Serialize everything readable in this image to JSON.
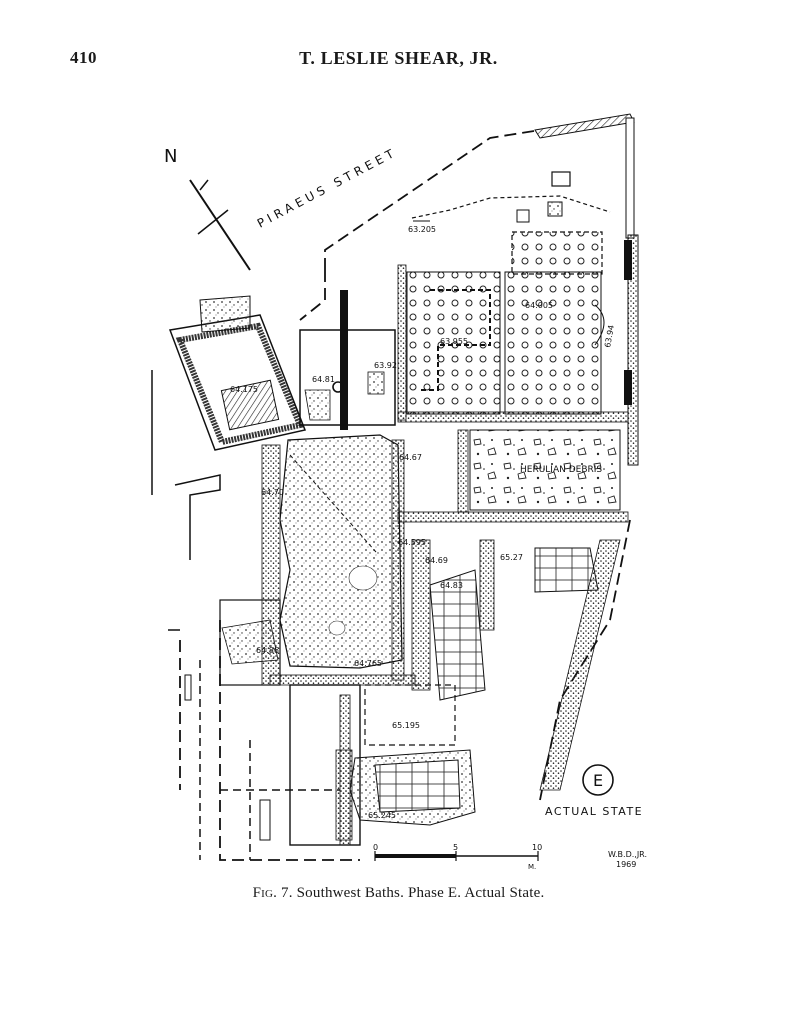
{
  "header": {
    "page_number": "410",
    "running_head": "T. LESLIE SHEAR, JR."
  },
  "figure": {
    "street_label": "PIRAEUS  STREET",
    "north_label": "N",
    "herulian_label": "HERULIAN DEBRIS",
    "actual_state_label": "ACTUAL  STATE",
    "phase_letter": "E",
    "scale_ticks": [
      "0",
      "5",
      "10"
    ],
    "scale_unit": "M.",
    "signature_line1": "W.B.D.,JR.",
    "signature_line2": "1969",
    "elevations": {
      "e1": "63.205",
      "e2": "64.175",
      "e3": "64.81",
      "e4": "63.92",
      "e5": "63.955",
      "e6": "64.005",
      "e7": "63.94",
      "e8": "64.67",
      "e9": "64.70",
      "e10": "64.595",
      "e11": "64.69",
      "e12": "64.83",
      "e13": "65.27",
      "e14": "64.86",
      "e15": "64.765",
      "e16": "65.195",
      "e17": "65.245"
    }
  },
  "caption": {
    "fig_label": "Fig. 7.",
    "text": "Southwest Baths.  Phase E.  Actual State."
  }
}
